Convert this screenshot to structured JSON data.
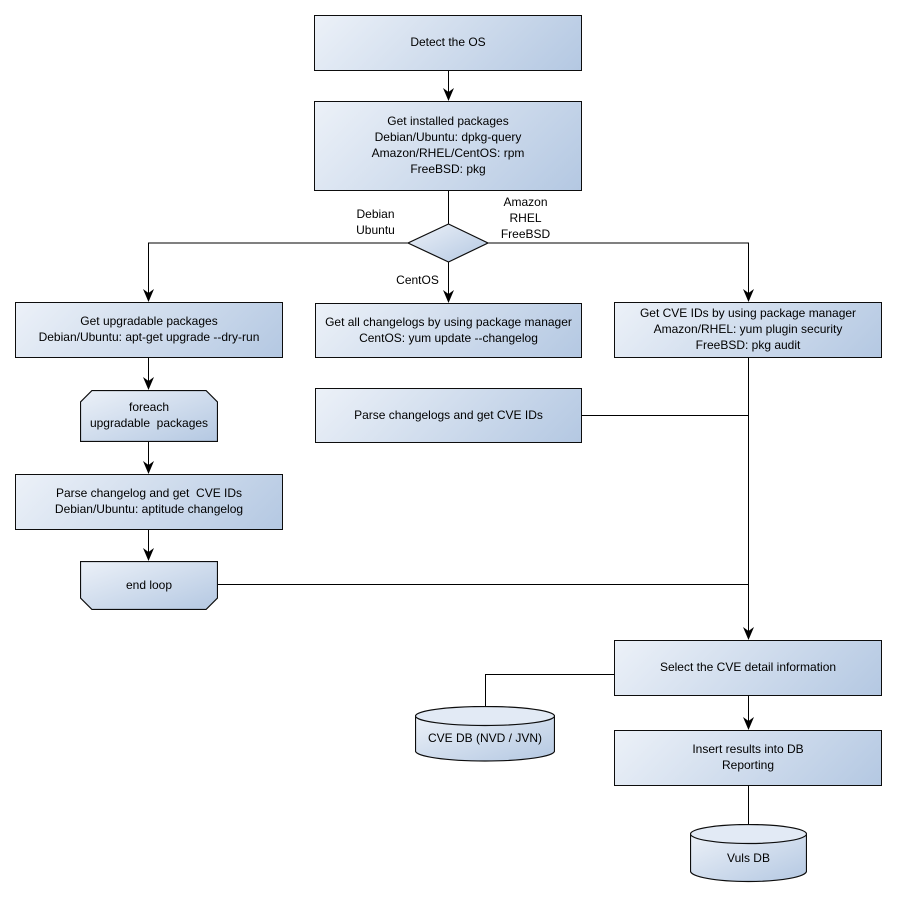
{
  "canvas": {
    "background": "#ffffff"
  },
  "colors": {
    "node_fill_start": "#ecf1f8",
    "node_fill_end": "#b4c8e2",
    "cylinder_top_fill": "#e2eaf5",
    "border": "#0d0d0d",
    "connector": "#000000",
    "text": "#000000"
  },
  "nodes": {
    "detect_os": {
      "label": "Detect the OS"
    },
    "get_installed_packages": {
      "label": "Get installed packages\nDebian/Ubuntu: dpkg-query\nAmazon/RHEL/CentOS: rpm\nFreeBSD: pkg"
    },
    "get_upgradable_packages": {
      "label": "Get upgradable packages\nDebian/Ubuntu: apt-get upgrade --dry-run"
    },
    "foreach_loop_start": {
      "label": "foreach\nupgradable  packages"
    },
    "parse_changelog_debian": {
      "label": "Parse changelog and get  CVE IDs\nDebian/Ubuntu: aptitude changelog"
    },
    "end_loop": {
      "label": "end loop"
    },
    "get_all_changelogs": {
      "label": "Get all changelogs by using package manager\nCentOS: yum update --changelog"
    },
    "parse_changelogs_centos": {
      "label": "Parse changelogs and get CVE IDs"
    },
    "get_cve_ids_pkg_manager": {
      "label": "Get CVE IDs by using package manager\nAmazon/RHEL: yum plugin security\nFreeBSD: pkg audit"
    },
    "select_cve_detail": {
      "label": "Select the CVE detail information"
    },
    "insert_results": {
      "label": "Insert results into DB\nReporting"
    },
    "cve_db": {
      "label": "CVE DB (NVD / JVN)"
    },
    "vuls_db": {
      "label": "Vuls DB"
    }
  },
  "edge_labels": {
    "debian_ubuntu": "Debian\nUbuntu",
    "amazon_rhel_freebsd": "Amazon\nRHEL\nFreeBSD",
    "centos": "CentOS"
  }
}
